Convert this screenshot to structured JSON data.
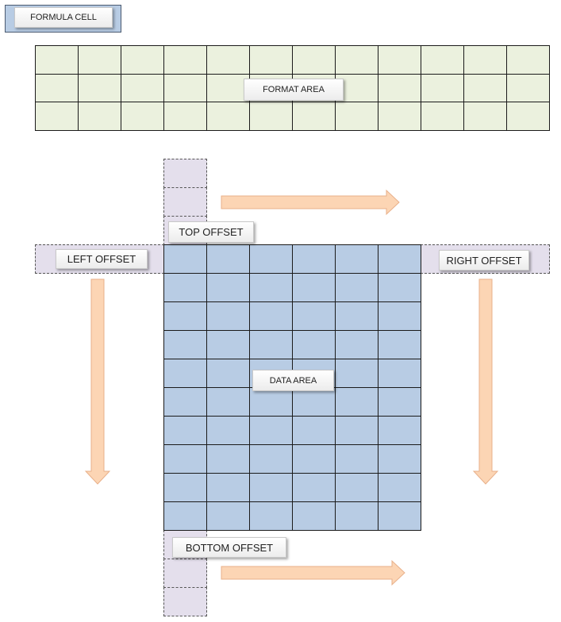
{
  "labels": {
    "formula_cell": "FORMULA CELL",
    "format_area": "FORMAT AREA",
    "top_offset": "TOP OFFSET",
    "left_offset": "LEFT OFFSET",
    "right_offset": "RIGHT OFFSET",
    "data_area": "DATA AREA",
    "bottom_offset": "BOTTOM OFFSET"
  },
  "grids": {
    "format_area": {
      "columns": 12,
      "rows": 3
    },
    "data_area": {
      "columns": 6,
      "rows": 10
    }
  },
  "colors": {
    "format_fill": "#ebf1de",
    "data_fill": "#b8cce4",
    "offset_fill": "#e4dfec",
    "formula_fill": "#b8cce4",
    "arrow_fill": "#fcd5b4",
    "arrow_stroke": "#e8b08a"
  }
}
